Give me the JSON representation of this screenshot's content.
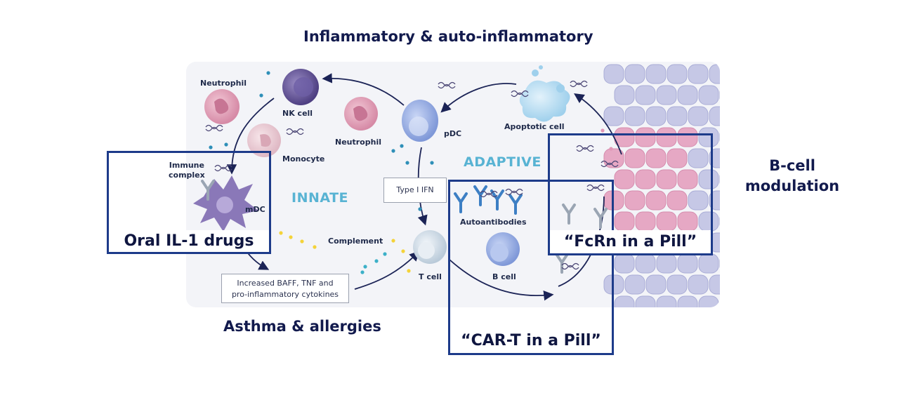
{
  "titles": {
    "top": "Inflammatory & auto-inflammatory",
    "bottom": "Asthma & allergies",
    "side_line1": "B-cell",
    "side_line2": "modulation"
  },
  "phases": {
    "innate": "INNATE",
    "adaptive": "ADAPTIVE"
  },
  "cells": {
    "neutrophil_left": "Neutrophil",
    "nk_cell": "NK cell",
    "monocyte": "Monocyte",
    "immune_complex_line1": "Immune",
    "immune_complex_line2": "complex",
    "mdc": "mDC",
    "neutrophil_mid": "Neutrophil",
    "pdc": "pDC",
    "apoptotic_cell": "Apoptotic cell",
    "autoantibodies": "Autoantibodies",
    "b_cell": "B cell",
    "t_cell": "T cell",
    "complement": "Complement"
  },
  "boxes": {
    "type1_ifn": "Type I IFN",
    "cytokines_line1": "Increased BAFF, TNF and",
    "cytokines_line2": "pro-inflammatory cytokines"
  },
  "frames": {
    "oral_il1": "Oral IL-1 drugs",
    "car_t": "“CAR-T in a Pill”",
    "fcrn": "“FcRn in a Pill”"
  },
  "colors": {
    "frame": "#1d3b8a",
    "phase_text": "#58b3d3",
    "panel_bg": "#f3f4f8",
    "title": "#121a4d"
  }
}
